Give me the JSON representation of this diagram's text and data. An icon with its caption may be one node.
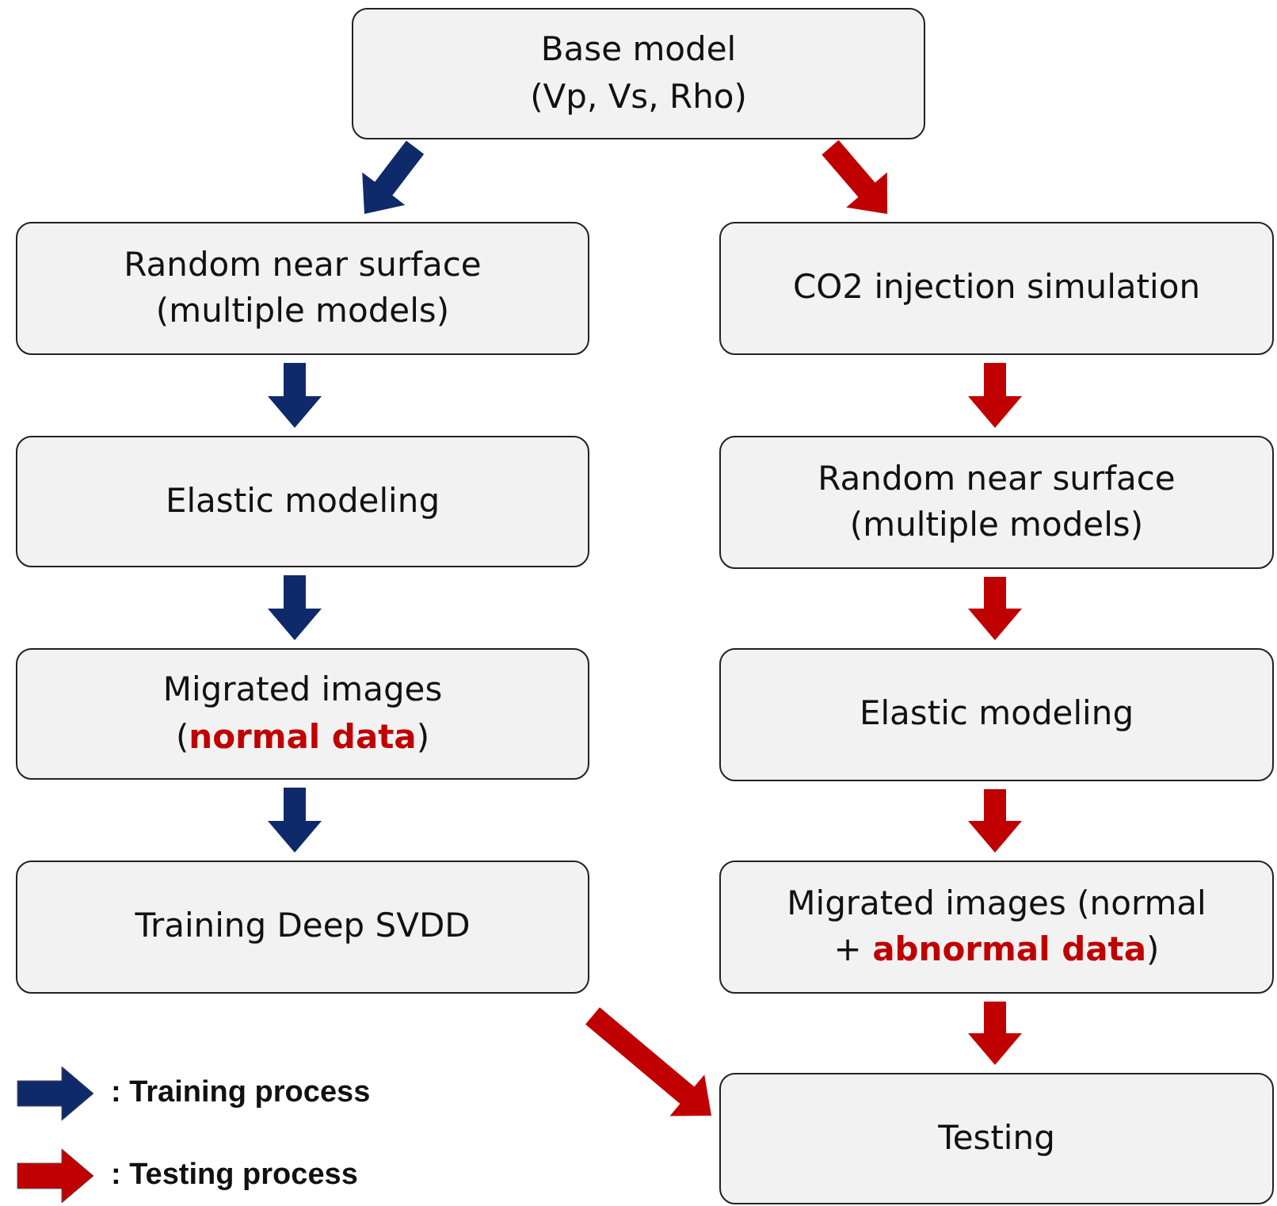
{
  "diagram": {
    "nodes": [
      {
        "text": [
          "Base model (Vp, Vs, Rho)"
        ]
      },
      {
        "text": [
          "Random near surface (multiple models)"
        ]
      },
      {
        "text": [
          "CO2 injection simulation"
        ]
      },
      {
        "text": [
          "Elastic modeling"
        ]
      },
      {
        "text": [
          "Random near surface (multiple models)"
        ]
      },
      {
        "text": [
          "Migrated images (**normal data**)"
        ]
      },
      {
        "text": [
          "Elastic modeling"
        ]
      },
      {
        "text": [
          "Training Deep SVDD"
        ]
      },
      {
        "text": [
          "Migrated images (normal + **abnormal data**)"
        ]
      },
      {
        "text": [
          "Testing"
        ]
      }
    ],
    "edges": [
      {
        "from": 0,
        "to": 1,
        "arrow": "to",
        "color": "#0f2a6b"
      },
      {
        "from": 0,
        "to": 2,
        "arrow": "to",
        "color": "#c00000"
      },
      {
        "from": 1,
        "to": 3,
        "arrow": "to",
        "color": "#0f2a6b"
      },
      {
        "from": 2,
        "to": 4,
        "arrow": "to",
        "color": "#c00000"
      },
      {
        "from": 3,
        "to": 5,
        "arrow": "to",
        "color": "#0f2a6b"
      },
      {
        "from": 4,
        "to": 6,
        "arrow": "to",
        "color": "#c00000"
      },
      {
        "from": 5,
        "to": 7,
        "arrow": "to",
        "color": "#0f2a6b"
      },
      {
        "from": 6,
        "to": 8,
        "arrow": "to",
        "color": "#c00000"
      },
      {
        "from": 7,
        "to": 9,
        "arrow": "to",
        "color": "#c00000"
      },
      {
        "from": 8,
        "to": 9,
        "arrow": "to",
        "color": "#c00000"
      }
    ],
    "legend": [
      {
        "text": ": Training process",
        "color": "#0f2a6b"
      },
      {
        "text": ": Testing process",
        "color": "#c00000"
      }
    ]
  }
}
